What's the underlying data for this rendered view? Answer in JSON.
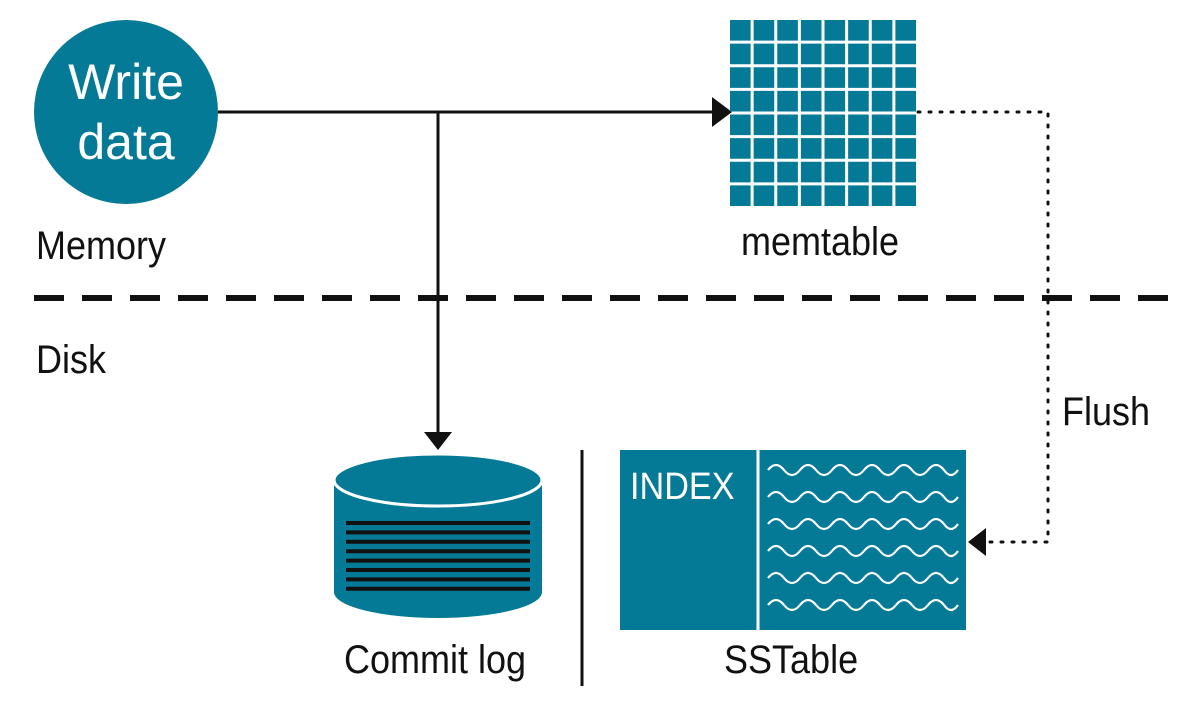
{
  "colors": {
    "accent": "#057a96",
    "line": "#111111",
    "background": "#ffffff"
  },
  "write_node": {
    "line1": "Write",
    "line2": "data"
  },
  "regions": {
    "memory": "Memory",
    "disk": "Disk"
  },
  "memtable": {
    "label": "memtable",
    "rows": 8,
    "cols": 8
  },
  "commit_log": {
    "label": "Commit log"
  },
  "sstable": {
    "label": "SSTable",
    "index_label": "INDEX"
  },
  "flush": {
    "label": "Flush"
  }
}
